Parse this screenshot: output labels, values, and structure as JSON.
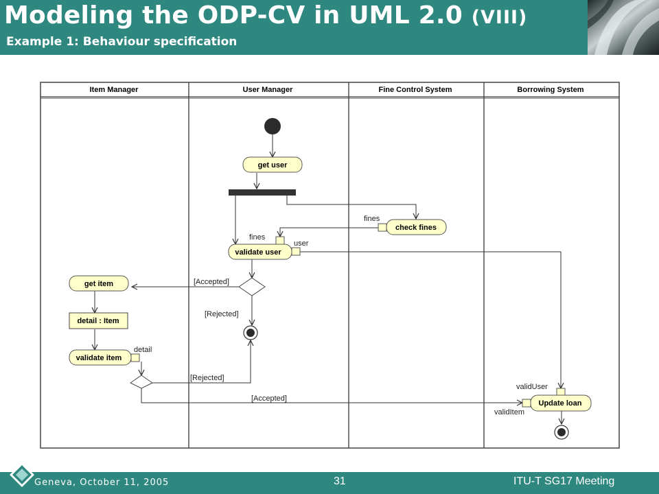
{
  "header": {
    "title_main": "Modeling the ODP-CV in UML 2.0",
    "title_part": "(VIII)",
    "subtitle": "Example 1: Behaviour specification"
  },
  "diagram": {
    "swimlanes": [
      "Item Manager",
      "User Manager",
      "Fine Control System",
      "Borrowing System"
    ],
    "actions": {
      "get_user": "get user",
      "check_fines": "check fines",
      "validate_user": "validate user",
      "get_item": "get item",
      "validate_item": "validate item",
      "update_loan": "Update loan"
    },
    "object_node": "detail : Item",
    "pin_labels": {
      "fines_out": "fines",
      "fines_in": "fines",
      "user": "user",
      "detail": "detail",
      "valid_user": "validUser",
      "valid_item": "validItem"
    },
    "guards": {
      "user_accepted": "[Accepted]",
      "user_rejected": "[Rejected]",
      "item_rejected": "[Rejected]",
      "item_accepted": "[Accepted]"
    }
  },
  "footer": {
    "location_date": "Geneva, October 11, 2005",
    "page_number": "31",
    "meeting": "ITU-T SG17 Meeting"
  },
  "colors": {
    "header_bg": "#2f8880",
    "action_fill": "#ffffcc",
    "pin_fill": "#ffffcc"
  }
}
